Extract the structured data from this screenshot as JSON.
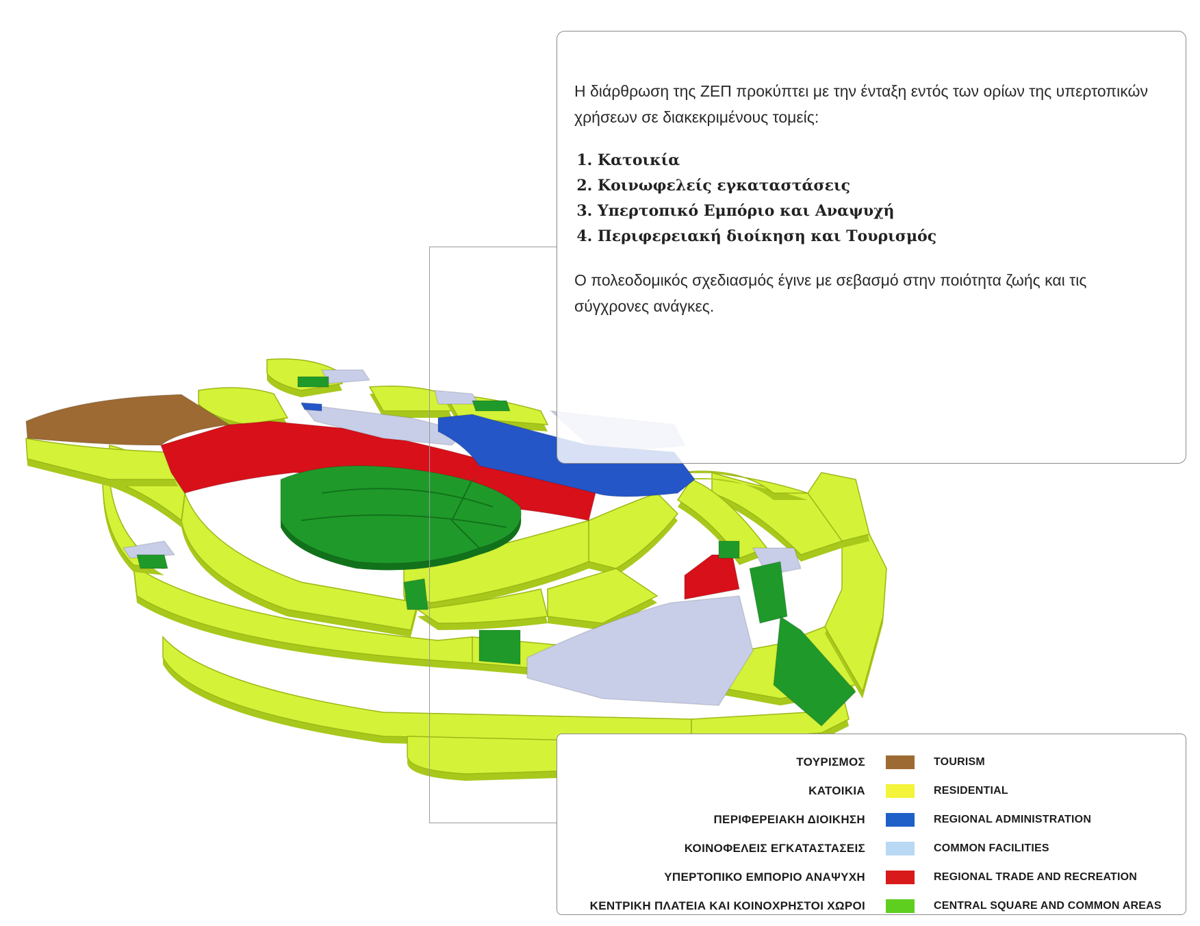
{
  "info": {
    "intro": "Η διάρθρωση της ΖΕΠ προκύπτει με την ένταξη εντός των ορίων της υπερτοπικών χρήσεων σε διακεκριμένους τομείς:",
    "sectors": [
      "Κατοικία",
      "Κοινωφελείς εγκαταστάσεις",
      "Υπερτοπικό Εμπόριο και Αναψυχή",
      "Περιφερειακή διοίκηση και Τουρισμός"
    ],
    "outro": "Ο πολεοδομικός σχεδιασμός έγινε με σεβασμό στην ποιότητα ζωής και τις σύγχρονες ανάγκες."
  },
  "legend": [
    {
      "gr": "ΤΟΥΡΙΣΜΟΣ",
      "en": "TOURISM",
      "color": "#9e6a33"
    },
    {
      "gr": "ΚΑΤΟΙΚΙΑ",
      "en": "RESIDENTIAL",
      "color": "#f4f43a"
    },
    {
      "gr": "ΠΕΡΙΦΕΡΕΙΑΚΗ ΔΙΟΙΚΗΣΗ",
      "en": "REGIONAL ADMINISTRATION",
      "color": "#1f5fc8"
    },
    {
      "gr": "ΚΟΙΝΟΦΕΛΕΙΣ ΕΓΚΑΤΑΣΤΑΣΕΙΣ",
      "en": "COMMON FACILITIES",
      "color": "#b8d8f4"
    },
    {
      "gr": "ΥΠΕΡΤΟΠΙΚΟ   ΕΜΠΟΡΙΟ  ΑΝΑΨΥΧΗ",
      "en": "REGIONAL TRADE  AND RECREATION",
      "color": "#d81a1a"
    },
    {
      "gr": "ΚΕΝΤΡΙΚΗ ΠΛΑΤΕΙΑ ΚΑΙ  ΚΟΙΝΟΧΡΗΣΤΟΙ ΧΩΡΟΙ",
      "en": "CENTRAL SQUARE  AND COMMON AREAS",
      "color": "#5fcf1f"
    }
  ],
  "zone_colors": {
    "residential_fill": "#d4f238",
    "residential_side": "#a8c81c",
    "residential_edge": "#9cb816",
    "tourism": "#9e6a33",
    "regional_admin": "#2456c8",
    "common_facilities": "#c8cde8",
    "regional_trade": "#d8101a",
    "central_square": "#1f9a2a",
    "central_square_dark": "#12721c"
  }
}
